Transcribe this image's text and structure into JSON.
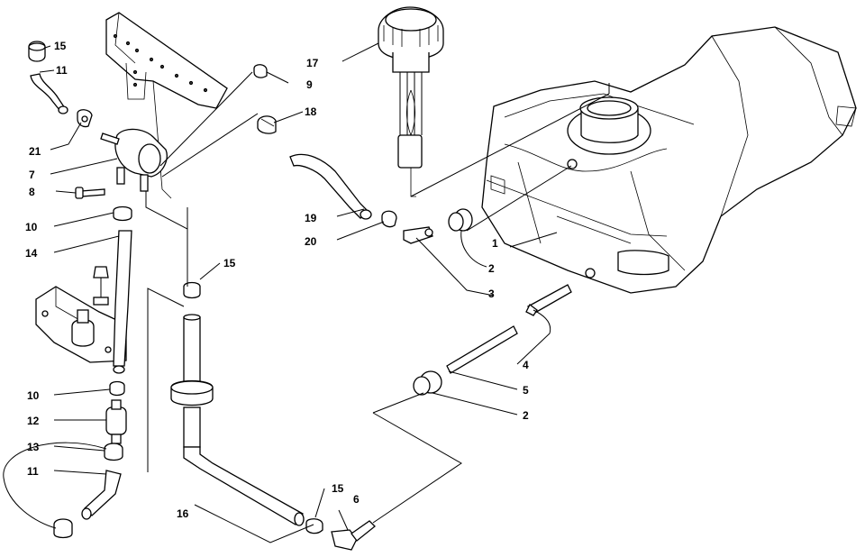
{
  "callouts": {
    "c1": "1",
    "c2a": "2",
    "c2b": "2",
    "c3": "3",
    "c4": "4",
    "c5": "5",
    "c6": "6",
    "c7": "7",
    "c8": "8",
    "c9": "9",
    "c10a": "10",
    "c10b": "10",
    "c11a": "11",
    "c11b": "11",
    "c12": "12",
    "c13": "13",
    "c14": "14",
    "c15a": "15",
    "c15b": "15",
    "c15c": "15",
    "c16": "16",
    "c17": "17",
    "c18": "18",
    "c19": "19",
    "c20": "20",
    "c21": "21"
  }
}
